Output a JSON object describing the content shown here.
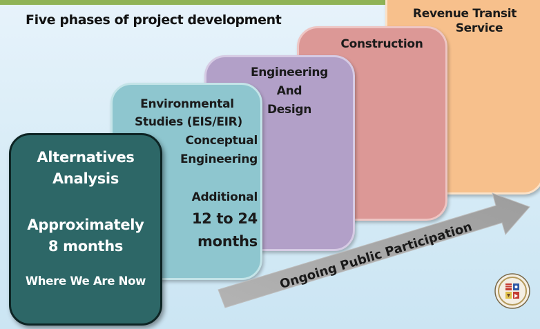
{
  "title": "Five phases of project development",
  "phases": {
    "revenue": {
      "line1": "Revenue Transit",
      "line2": "Service"
    },
    "construction": {
      "label": "Construction"
    },
    "engineering": {
      "line1": "Engineering",
      "line2": "And",
      "line3": "Design"
    },
    "environmental": {
      "line1": "Environmental",
      "line2": "Studies (EIS/EIR)",
      "line3": "Conceptual",
      "line4": "Engineering",
      "duration_line1": "Additional",
      "duration_line2": "12 to 24",
      "duration_line3": "months"
    },
    "alternatives": {
      "line1": "Alternatives",
      "line2": "Analysis",
      "duration_line1": "Approximately",
      "duration_line2": "8 months",
      "status": "Where We Are Now"
    }
  },
  "arrow_label": "Ongoing Public Participation",
  "colors": {
    "alternatives": "#2d6767",
    "environmental": "#8ec6cf",
    "engineering": "#b2a0c8",
    "construction": "#dc9896",
    "revenue": "#f7c08c",
    "arrow": "#a8a8a8",
    "topbar": "#8fb356"
  },
  "icons": {
    "seal": "city-seal-icon"
  }
}
